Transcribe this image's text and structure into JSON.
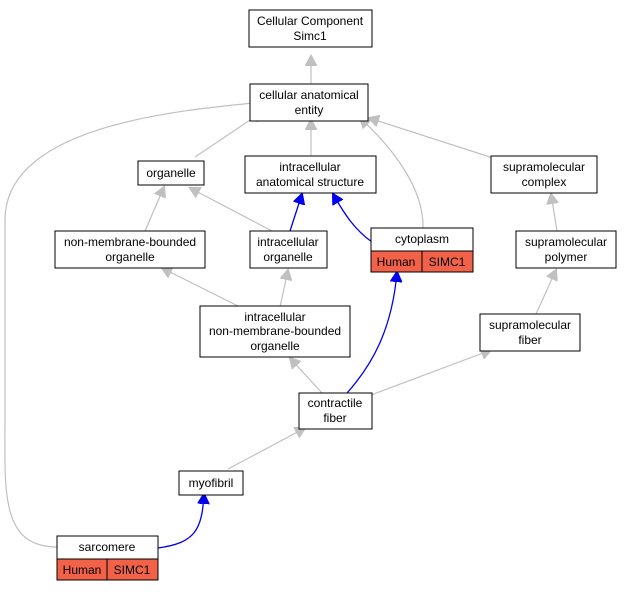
{
  "nodes": {
    "root": {
      "lines": [
        "Cellular Component",
        "Simc1"
      ]
    },
    "cae": {
      "lines": [
        "cellular anatomical",
        "entity"
      ]
    },
    "organelle": {
      "lines": [
        "organelle"
      ]
    },
    "ias": {
      "lines": [
        "intracellular",
        "anatomical structure"
      ]
    },
    "smc": {
      "lines": [
        "supramolecular",
        "complex"
      ]
    },
    "nmbo": {
      "lines": [
        "non-membrane-bounded",
        "organelle"
      ]
    },
    "io": {
      "lines": [
        "intracellular",
        "organelle"
      ]
    },
    "cytoplasm": {
      "lines": [
        "cytoplasm"
      ],
      "annotations": [
        "Human",
        "SIMC1"
      ]
    },
    "smp": {
      "lines": [
        "supramolecular",
        "polymer"
      ]
    },
    "inmbo": {
      "lines": [
        "intracellular",
        "non-membrane-bounded",
        "organelle"
      ]
    },
    "smf": {
      "lines": [
        "supramolecular",
        "fiber"
      ]
    },
    "cf": {
      "lines": [
        "contractile",
        "fiber"
      ]
    },
    "myofibril": {
      "lines": [
        "myofibril"
      ]
    },
    "sarcomere": {
      "lines": [
        "sarcomere"
      ],
      "annotations": [
        "Human",
        "SIMC1"
      ]
    }
  },
  "edges": [
    {
      "from": "cae",
      "to": "root",
      "style": "is_a"
    },
    {
      "from": "organelle",
      "to": "cae",
      "style": "is_a"
    },
    {
      "from": "ias",
      "to": "cae",
      "style": "is_a"
    },
    {
      "from": "cytoplasm",
      "to": "cae",
      "style": "is_a"
    },
    {
      "from": "smc",
      "to": "cae",
      "style": "is_a"
    },
    {
      "from": "sarcomere",
      "to": "cae",
      "style": "is_a"
    },
    {
      "from": "nmbo",
      "to": "organelle",
      "style": "is_a"
    },
    {
      "from": "io",
      "to": "organelle",
      "style": "is_a"
    },
    {
      "from": "io",
      "to": "ias",
      "style": "part_of"
    },
    {
      "from": "cytoplasm",
      "to": "ias",
      "style": "part_of"
    },
    {
      "from": "smp",
      "to": "smc",
      "style": "is_a"
    },
    {
      "from": "inmbo",
      "to": "nmbo",
      "style": "is_a"
    },
    {
      "from": "inmbo",
      "to": "io",
      "style": "is_a"
    },
    {
      "from": "smf",
      "to": "smp",
      "style": "is_a"
    },
    {
      "from": "cf",
      "to": "inmbo",
      "style": "is_a"
    },
    {
      "from": "cf",
      "to": "smf",
      "style": "is_a"
    },
    {
      "from": "cf",
      "to": "cytoplasm",
      "style": "part_of"
    },
    {
      "from": "myofibril",
      "to": "cf",
      "style": "is_a"
    },
    {
      "from": "sarcomere",
      "to": "myofibril",
      "style": "part_of"
    }
  ],
  "colors": {
    "is_a_edge": "#c0c0c0",
    "part_of_edge": "#0000ee",
    "annotation_fill": "#f26249",
    "node_fill": "#ffffff"
  }
}
